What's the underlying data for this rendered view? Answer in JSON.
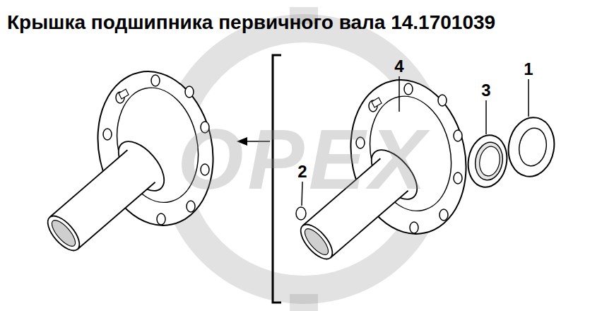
{
  "diagram": {
    "title": "Крышка подшипника первичного вала 14.1701039",
    "labels": [
      "OPEX",
      "4",
      "3",
      "1",
      "2"
    ]
  }
}
